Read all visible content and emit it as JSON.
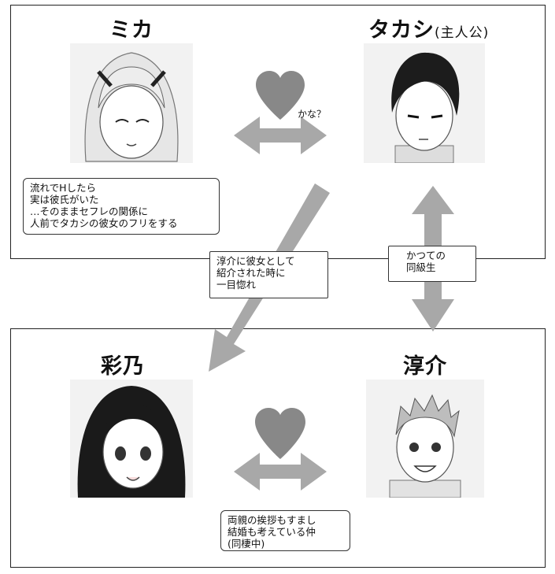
{
  "characters": {
    "mika": {
      "name": "ミカ"
    },
    "takashi": {
      "name": "タカシ",
      "role": "(主人公)"
    },
    "ayano": {
      "name": "彩乃"
    },
    "junsuke": {
      "name": "淳介"
    }
  },
  "relations": {
    "mika_takashi": "かな？",
    "mika_note": [
      "流れでHしたら",
      "実は彼氏がいた",
      "…そのままセフレの関係に",
      "人前でタカシの彼女のフリをする"
    ],
    "junsuke_ayano_meeting": [
      "淳介に彼女として",
      "紹介された時に",
      "一目惚れ"
    ],
    "classmates": [
      "かつての",
      "同級生"
    ],
    "ayano_junsuke_note": [
      "両親の挨拶もすまし",
      "結婚も考えている仲",
      "(同棲中)"
    ]
  },
  "colors": {
    "heart": "#888888",
    "arrow": "#a8a8a8",
    "frame": "#222222"
  }
}
